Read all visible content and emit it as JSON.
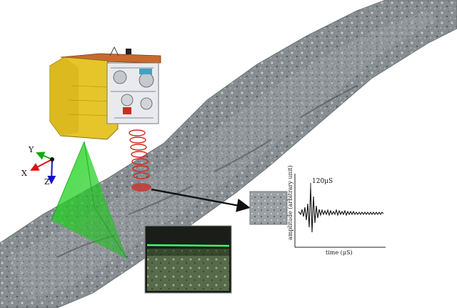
{
  "axes": {
    "x_label": "X",
    "y_label": "Y",
    "z_label": "Z"
  },
  "plot": {
    "annotation": "120μS",
    "xlabel": "time (μS)",
    "ylabel": "amplitude (arbitrary unit)"
  },
  "colors": {
    "surface": "#8e9598",
    "vehicle_body": "#e6c52a",
    "vehicle_frame": "#e9eaee",
    "vehicle_top": "#c8692e",
    "sonar_rings": "#d42a22",
    "light_cone": "#2fd12f",
    "camera_laser": "#3cff6a",
    "camera_view": "#7d9a6c"
  }
}
